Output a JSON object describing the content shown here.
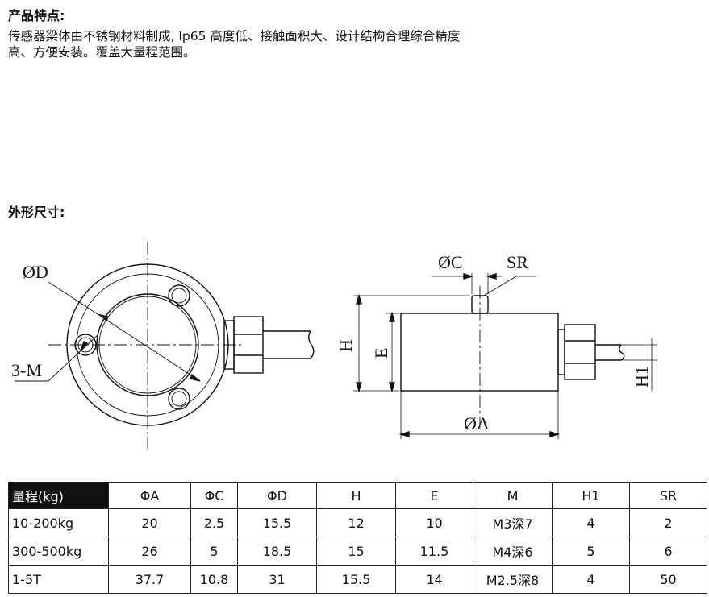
{
  "features": {
    "title": "产品特点:",
    "line1": "传感器梁体由不锈钢材料制成, Ip65 高度低、接触面积大、设计结构合理综合精度",
    "line2": "高、方便安装。覆盖大量程范围。"
  },
  "dimensions": {
    "title": "外形尺寸:",
    "labels": {
      "d": "ØD",
      "m": "3-M",
      "c": "ØC",
      "sr": "SR",
      "h": "H",
      "e": "E",
      "a": "ØA",
      "h1": "H1"
    }
  },
  "table": {
    "headers": [
      "量程(kg)",
      "ΦA",
      "ΦC",
      "ΦD",
      "H",
      "E",
      "M",
      "H1",
      "SR"
    ],
    "rows": [
      [
        "10-200kg",
        "20",
        "2.5",
        "15.5",
        "12",
        "10",
        "M3深7",
        "4",
        "2"
      ],
      [
        "300-500kg",
        "26",
        "5",
        "18.5",
        "15",
        "11.5",
        "M4深6",
        "5",
        "6"
      ],
      [
        "1-5T",
        "37.7",
        "10.8",
        "31",
        "15.5",
        "14",
        "M2.5深8",
        "4",
        "50"
      ]
    ]
  }
}
